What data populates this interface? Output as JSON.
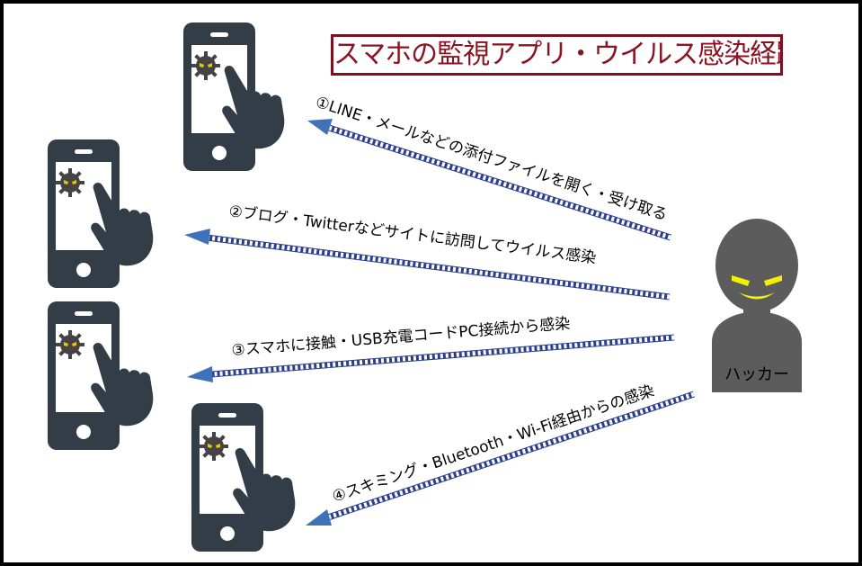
{
  "title": "スマホの監視アプリ・ウイルス感染経路",
  "hacker": {
    "label": "ハッカー"
  },
  "routes": [
    {
      "label": "①LINE・メールなどの添付ファイルを開く・受け取る"
    },
    {
      "label": "②ブログ・Twitterなどサイトに訪問してウイルス感染"
    },
    {
      "label": "③スマホに接触・USB充電コードPC接続から感染"
    },
    {
      "label": "④スキミング・Bluetooth・Wi-Fi経由からの感染"
    }
  ],
  "colors": {
    "phone": "#323d48",
    "hacker": "#5c5c5c",
    "hacker_eyes": "#f3f000",
    "virus": "#444444",
    "virus_eyes": "#e8c800",
    "arrow_dots_a": "#2c3f8c",
    "arrow_dots_b": "#ffffff",
    "arrowhead": "#3f72b8",
    "title_border": "#7a1020",
    "title_text": "#8a1422"
  },
  "icons": [
    "smartphone-icon",
    "pointing-hand-icon",
    "virus-icon",
    "hacker-icon"
  ]
}
